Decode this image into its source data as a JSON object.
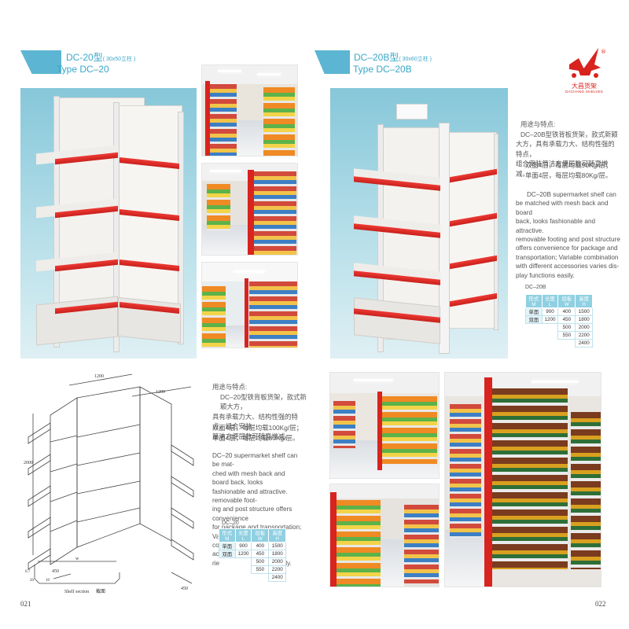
{
  "left_page": {
    "title_cn": "DC-20型",
    "title_cn_note": "( 30x50立柱 )",
    "title_en": "Type DC–20",
    "usage_heading": "用途与特点:",
    "usage_cn": [
      "DC–20型铁背板货架，款式新颖大方，",
      "具有承载力大、结构性强的特点，组合安装",
      "简洁方便层数可随意增减。"
    ],
    "capacity_cn": [
      "双面4层，每层均载100Kg/层；",
      "单面4层，每层均载80Kg/层。"
    ],
    "desc_en": [
      "DC–20 supermarket shelf can be mat-",
      "ched with mesh back and board back, looks",
      "fashionable and attractive. removable foot-",
      "ing and post structure offers convenience",
      "for package and transportation; Variable",
      "combination with different accessories va-",
      "ries display functions easily."
    ],
    "table_model": "DC–20",
    "table_headers": [
      "形式M",
      "长度L",
      "层板W",
      "高度H"
    ],
    "table_rows": [
      [
        "单面",
        "900",
        "400",
        "1500"
      ],
      [
        "双面",
        "1200",
        "450",
        "1800"
      ],
      [
        "",
        "",
        "500",
        "2000"
      ],
      [
        "",
        "",
        "550",
        "2200"
      ],
      [
        "",
        "",
        "",
        "2400"
      ]
    ],
    "drawing": {
      "dim_top_1": "1200",
      "dim_top_2": "1200",
      "dim_height": "2000",
      "dim_depth": "450",
      "dim_depth_2": "450",
      "section_w": "w",
      "section_h": "0.7",
      "section_20": "20",
      "section_10": "10",
      "section_caption": "Shelf section",
      "section_caption_cn": "截面"
    },
    "page_number": "021"
  },
  "right_page": {
    "title_cn": "DC–20B型",
    "title_cn_note": "( 30x60立柱 )",
    "title_en": "Type DC–20B",
    "logo_cn": "大昌货架",
    "logo_en": "DACHANG SHELVES",
    "logo_mark": "®",
    "usage_heading": "用途与特点:",
    "usage_cn": [
      "DC–20B型铁背板货架，款式新颖",
      "大方，具有承载力大、结构性强的特点，",
      "组合安装简洁方便层数可随意增减。"
    ],
    "capacity_cn": [
      "双面4层，每层均载90Kg/层；",
      "单面4层，每层均载80Kg/层。"
    ],
    "desc_en": [
      "DC–20B supermarket shelf can",
      "be matched with mesh back and board",
      "back, looks fashionable and attractive.",
      "removable footing and post structure",
      "offers convenience for package and",
      "transportation; Variable combination",
      "with different accessories varies dis-",
      "play functions easily."
    ],
    "table_model": "DC–20B",
    "table_headers": [
      "形式M",
      "长度L",
      "层板W",
      "高度H"
    ],
    "table_rows": [
      [
        "单面",
        "900",
        "400",
        "1500"
      ],
      [
        "双面",
        "1200",
        "450",
        "1800"
      ],
      [
        "",
        "",
        "500",
        "2000"
      ],
      [
        "",
        "",
        "550",
        "2200"
      ],
      [
        "",
        "",
        "",
        "2400"
      ]
    ],
    "page_number": "022"
  },
  "colors": {
    "accent_blue": "#5cb6d3",
    "shelf_red": "#d8231f",
    "table_header": "#8fd0e2"
  }
}
